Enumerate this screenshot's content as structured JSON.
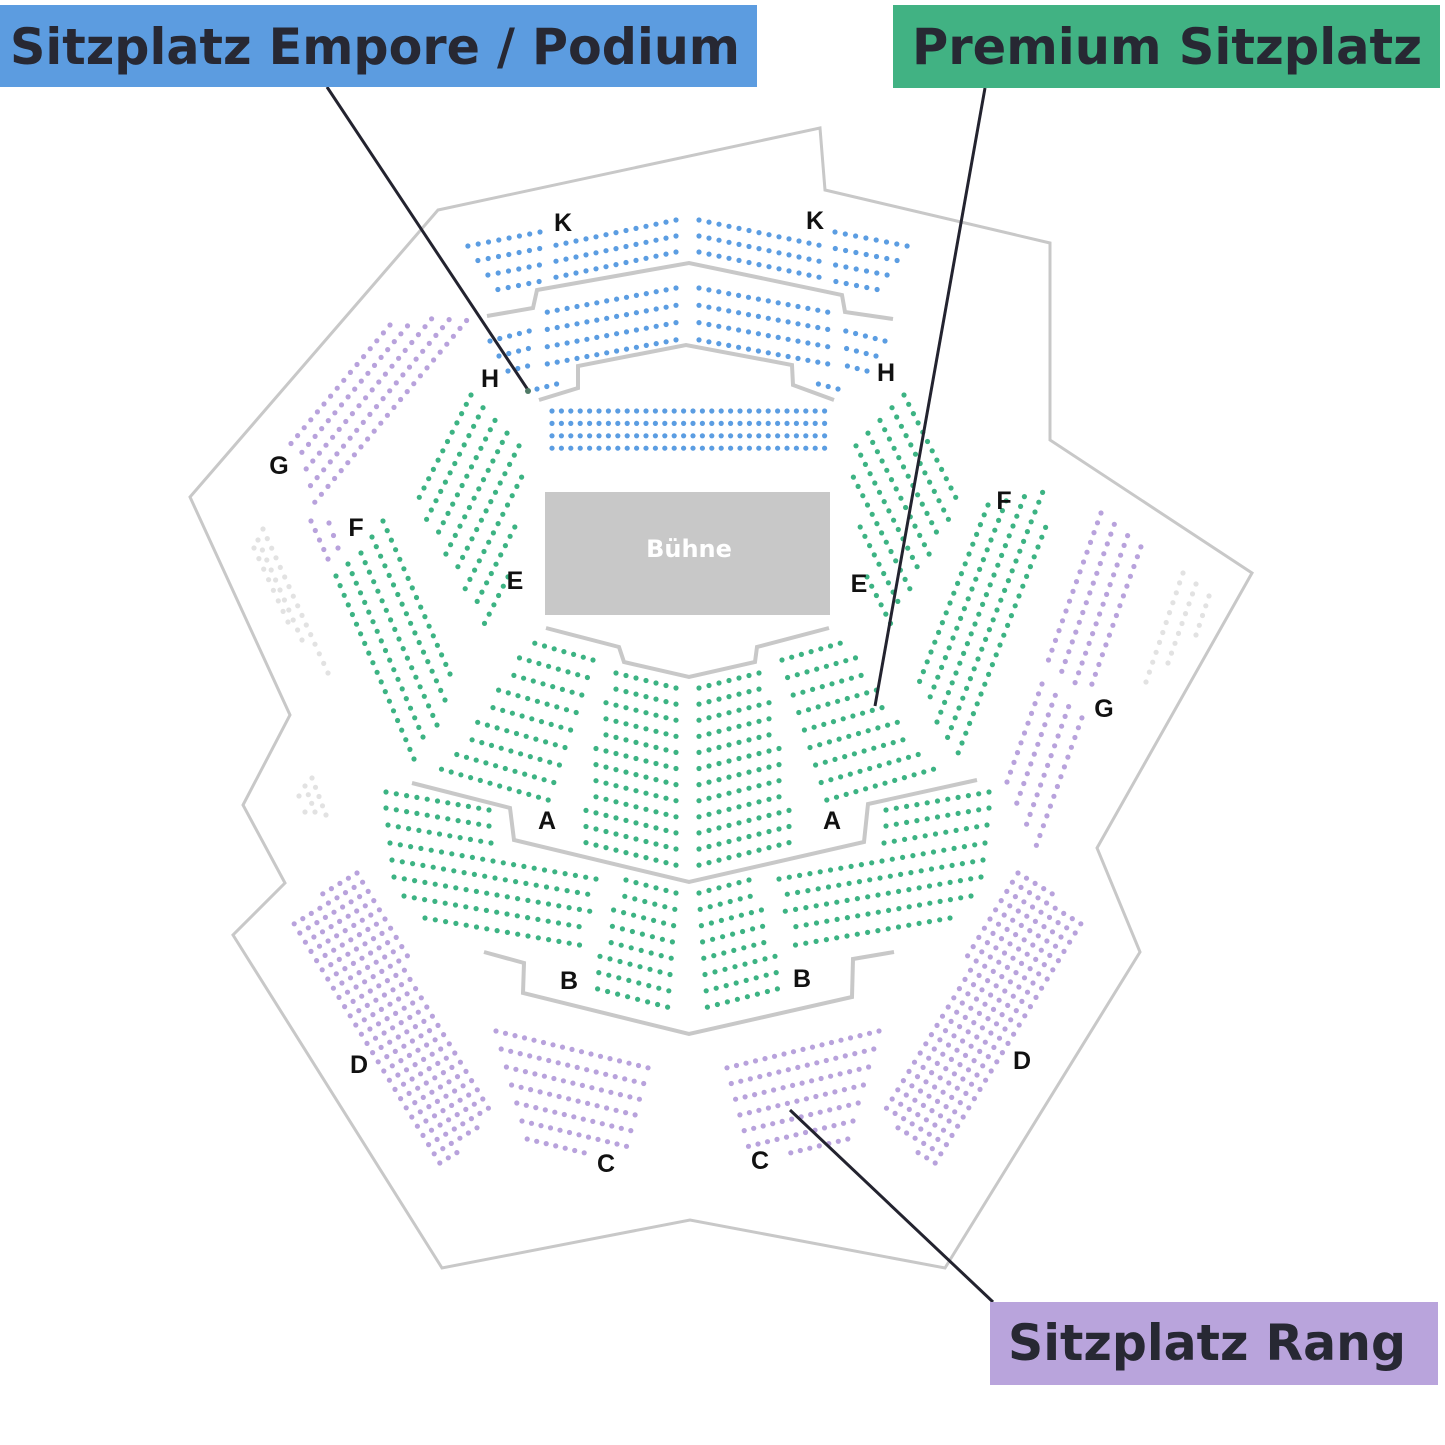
{
  "legend": [
    {
      "label": "Sitzplatz Empore / Podium",
      "color": "#5c9ce0"
    },
    {
      "label": "Premium Sitzplatz",
      "color": "#41b283"
    },
    {
      "label": "Sitzplatz Rang",
      "color": "#b9a4dc"
    }
  ],
  "stage": {
    "label": "Bühne",
    "color": "#c8c8c8"
  },
  "seat_colors": {
    "empore": "#5b9de2",
    "premium": "#3cb383",
    "rang": "#b8a2dc",
    "unavailable": "#e2e2e2"
  },
  "sections": [
    {
      "text": "K"
    },
    {
      "text": "K"
    },
    {
      "text": "H"
    },
    {
      "text": "H"
    },
    {
      "text": "G"
    },
    {
      "text": "G"
    },
    {
      "text": "F"
    },
    {
      "text": "F"
    },
    {
      "text": "E"
    },
    {
      "text": "E"
    },
    {
      "text": "A"
    },
    {
      "text": "A"
    },
    {
      "text": "B"
    },
    {
      "text": "B"
    },
    {
      "text": "D"
    },
    {
      "text": "D"
    },
    {
      "text": "C"
    },
    {
      "text": "C"
    }
  ]
}
